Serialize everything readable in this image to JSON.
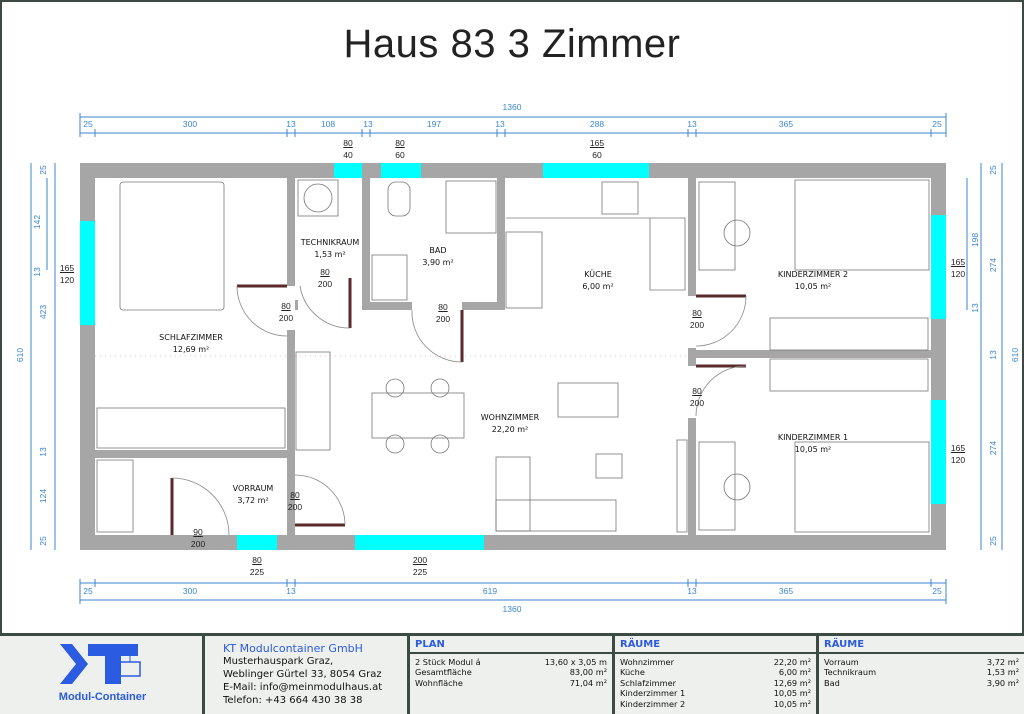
{
  "title": "Haus 83 3 Zimmer",
  "dimensions": {
    "top_total": "1360",
    "bottom_total": "1360",
    "top": [
      "25",
      "300",
      "13",
      "108",
      "13",
      "197",
      "13",
      "288",
      "13",
      "365",
      "25"
    ],
    "bottom": [
      "25",
      "300",
      "13",
      "619",
      "13",
      "365",
      "25"
    ],
    "left": [
      "610",
      "25",
      "142",
      "13",
      "423",
      "13",
      "124",
      "25"
    ],
    "right": [
      "25",
      "198",
      "13",
      "274",
      "13",
      "274",
      "25",
      "610"
    ]
  },
  "windows": {
    "top": [
      {
        "w": "80",
        "h": "40"
      },
      {
        "w": "80",
        "h": "60"
      },
      {
        "w": "165",
        "h": "60"
      }
    ],
    "bottom": [
      {
        "w": "80",
        "h": "225"
      },
      {
        "w": "200",
        "h": "225"
      }
    ],
    "left": [
      {
        "w": "165",
        "h": "120"
      }
    ],
    "right": [
      {
        "w": "165",
        "h": "120"
      },
      {
        "w": "165",
        "h": "120"
      }
    ]
  },
  "doors": [
    {
      "w": "80",
      "h": "200"
    },
    {
      "w": "80",
      "h": "200"
    },
    {
      "w": "80",
      "h": "200"
    },
    {
      "w": "80",
      "h": "200"
    },
    {
      "w": "80",
      "h": "200"
    },
    {
      "w": "80",
      "h": "200"
    },
    {
      "w": "90",
      "h": "200"
    }
  ],
  "rooms": {
    "technikraum": {
      "name": "TECHNIKRAUM",
      "area": "1,53 m²"
    },
    "bad": {
      "name": "BAD",
      "area": "3,90 m²"
    },
    "kueche": {
      "name": "KÜCHE",
      "area": "6,00 m²"
    },
    "kinderzimmer2": {
      "name": "KINDERZIMMER 2",
      "area": "10,05 m²"
    },
    "schlafzimmer": {
      "name": "SCHLAFZIMMER",
      "area": "12,69 m²"
    },
    "wohnzimmer": {
      "name": "WOHNZIMMER",
      "area": "22,20 m²"
    },
    "kinderzimmer1": {
      "name": "KINDERZIMMER 1",
      "area": "10,05 m²"
    },
    "vorraum": {
      "name": "VORRAUM",
      "area": "3,72 m²"
    }
  },
  "footer": {
    "logo_text": "KT",
    "logo_sub": "Modul-Container",
    "company": {
      "name": "KT Modulcontainer GmbH",
      "line1": "Musterhauspark Graz,",
      "line2": "Weblinger Gürtel 33, 8054 Graz",
      "email": "E-Mail: info@meinmodulhaus.at",
      "phone": "Telefon: +43 664 430 38 38"
    },
    "plan": {
      "header": "PLAN",
      "rows": [
        {
          "label": "2 Stück Modul á",
          "value": "13,60 x 3,05 m"
        },
        {
          "label": "Gesamtfläche",
          "value": "83,00 m²"
        },
        {
          "label": "Wohnfläche",
          "value": "71,04 m²"
        }
      ]
    },
    "raeume1": {
      "header": "RÄUME",
      "rows": [
        {
          "label": "Wohnzimmer",
          "value": "22,20 m²"
        },
        {
          "label": "Küche",
          "value": "6,00 m²"
        },
        {
          "label": "Schlafzimmer",
          "value": "12,69 m²"
        },
        {
          "label": "Kinderzimmer 1",
          "value": "10,05 m²"
        },
        {
          "label": "Kinderzimmer 2",
          "value": "10,05 m²"
        }
      ]
    },
    "raeume2": {
      "header": "RÄUME",
      "rows": [
        {
          "label": "Vorraum",
          "value": "3,72 m²"
        },
        {
          "label": "Technikraum",
          "value": "1,53 m²"
        },
        {
          "label": "Bad",
          "value": "3,90 m²"
        }
      ]
    }
  },
  "colors": {
    "wall": "#a6a6a6",
    "window": "#00ffff",
    "dim": "#3a86d4",
    "accent": "#2b5be0",
    "door": "#5a2a2a"
  }
}
